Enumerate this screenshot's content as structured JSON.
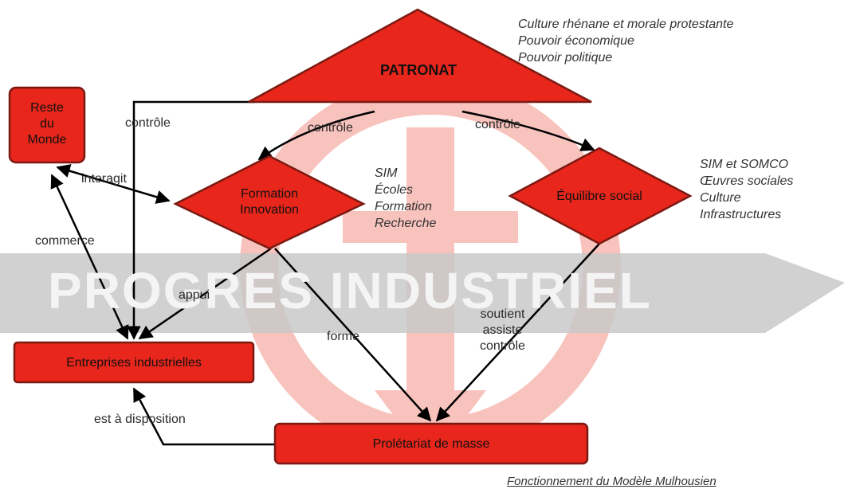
{
  "banner": "PROGRES INDUSTRIEL",
  "nodes": {
    "patronat": "PATRONAT",
    "reste_du_monde": [
      "Reste",
      "du",
      "Monde"
    ],
    "formation_innovation": [
      "Formation",
      "Innovation"
    ],
    "equilibre_social": "Équilibre social",
    "entreprises_industrielles": "Entreprises industrielles",
    "proletariat_de_masse": "Prolétariat de masse"
  },
  "notes": {
    "patronat": [
      "Culture rhénane et morale protestante",
      "Pouvoir économique",
      "Pouvoir politique"
    ],
    "formation": [
      "SIM",
      "Écoles",
      "Formation",
      "Recherche"
    ],
    "equilibre": [
      "SIM et SOMCO",
      "Œuvres sociales",
      "Culture",
      "Infrastructures"
    ]
  },
  "edges": {
    "controle_left": "contrôle",
    "controle_mid": "contrôle",
    "controle_right": "contrôle",
    "interagit": "interagit",
    "commerce": "commerce",
    "appui": "appui",
    "forme": "forme",
    "soutient": [
      "soutient",
      "assiste",
      "contrôle"
    ],
    "est_a_disposition": "est à disposition"
  },
  "caption": "Fonctionnement du Modèle Mulhousien",
  "colors": {
    "node_fill": "#e8261b",
    "node_stroke": "#7a1a12",
    "emblem": "#f7b8b2",
    "banner_band": "#c9c9c9",
    "arrow": "#000000"
  }
}
